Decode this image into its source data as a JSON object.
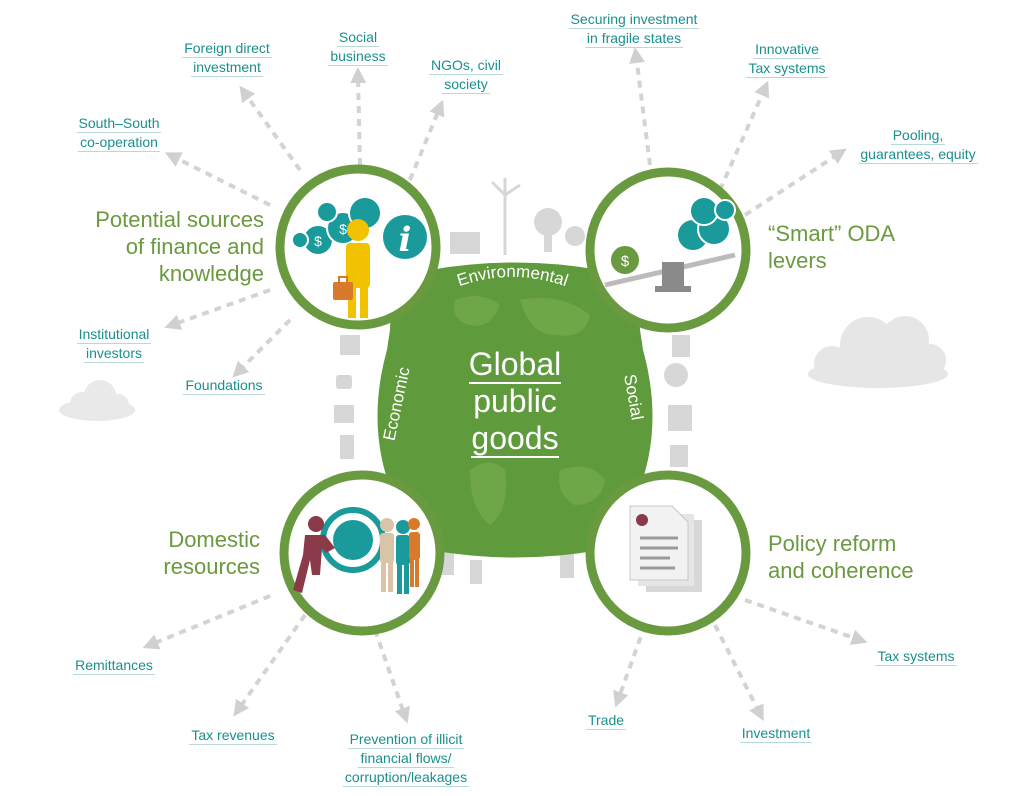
{
  "center": {
    "lines": [
      "Global",
      "public",
      "goods"
    ]
  },
  "pillars": {
    "environmental": "Environmental",
    "economic": "Economic",
    "social": "Social"
  },
  "headings": {
    "potential": [
      "Potential sources",
      "of finance and",
      "knowledge"
    ],
    "smart_oda": [
      "“Smart” ODA",
      "levers"
    ],
    "domestic": [
      "Domestic",
      "resources"
    ],
    "policy": [
      "Policy reform",
      "and coherence"
    ]
  },
  "sources": {
    "fdi": [
      "Foreign direct",
      "investment"
    ],
    "social_business": [
      "Social",
      "business"
    ],
    "ngos": [
      "NGOs, civil",
      "society"
    ],
    "south_south": [
      "South–South",
      "co-operation"
    ],
    "institutional": [
      "Institutional",
      "investors"
    ],
    "foundations": [
      "Foundations"
    ]
  },
  "oda": {
    "fragile": [
      "Securing investment",
      "in fragile states"
    ],
    "innovative_tax": [
      "Innovative",
      "Tax systems"
    ],
    "pooling": [
      "Pooling,",
      "guarantees, equity"
    ]
  },
  "domestic": {
    "remittances": [
      "Remittances"
    ],
    "tax_revenues": [
      "Tax revenues"
    ],
    "illicit": [
      "Prevention of illicit",
      "financial flows/",
      "corruption/leakages"
    ]
  },
  "policy": {
    "trade": [
      "Trade"
    ],
    "investment": [
      "Investment"
    ],
    "tax_systems": [
      "Tax systems"
    ]
  },
  "colors": {
    "green": "#6a9a3f",
    "dark_green": "#5e8f37",
    "teal": "#1a8f8f",
    "gray": "#cfcfcf"
  }
}
